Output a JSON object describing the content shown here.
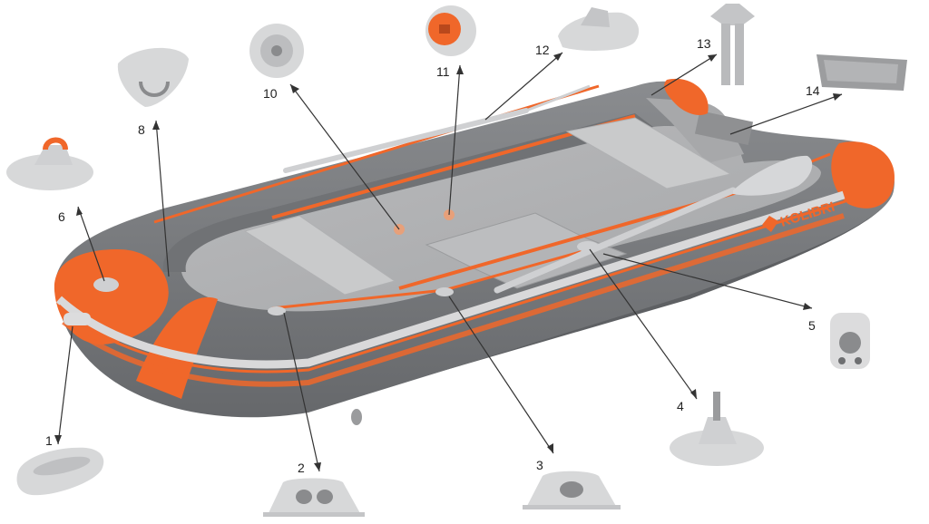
{
  "brand": {
    "logo_text": "KOLIBRI"
  },
  "colors": {
    "hull": "#7b7d80",
    "hull_dark": "#6a6c6f",
    "orange": "#f0672a",
    "seat": "#c9cacb",
    "part": "#d7d8d9",
    "line": "#333333"
  },
  "callouts": [
    {
      "number": "1",
      "part": "rope-handle-part-icon"
    },
    {
      "number": "2",
      "part": "seat-bracket-part-icon"
    },
    {
      "number": "3",
      "part": "rope-holder-part-icon"
    },
    {
      "number": "4",
      "part": "oarlock-part-icon"
    },
    {
      "number": "5",
      "part": "oar-holder-part-icon"
    },
    {
      "number": "6",
      "part": "lifting-handle-part-icon"
    },
    {
      "number": "8",
      "part": "d-ring-part-icon"
    },
    {
      "number": "10",
      "part": "inflation-valve-part-icon"
    },
    {
      "number": "11",
      "part": "pressure-valve-part-icon"
    },
    {
      "number": "12",
      "part": "mount-pad-part-icon"
    },
    {
      "number": "13",
      "part": "transom-bolt-part-icon"
    },
    {
      "number": "14",
      "part": "transom-plate-part-icon"
    }
  ]
}
